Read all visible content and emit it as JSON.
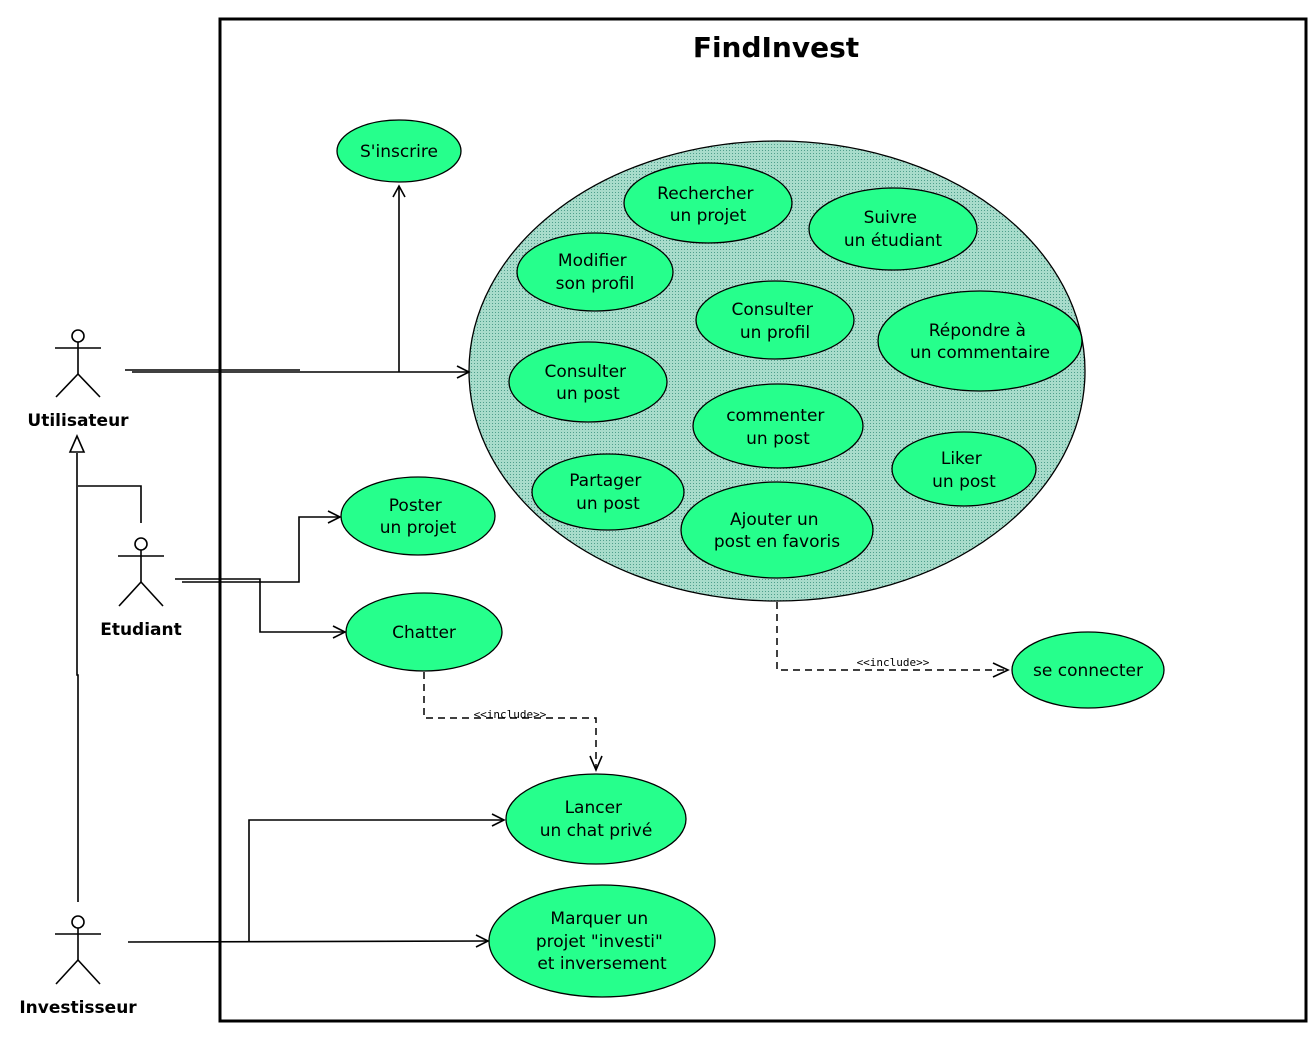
{
  "system": {
    "title": "FindInvest"
  },
  "actors": {
    "utilisateur": "Utilisateur",
    "etudiant": "Etudiant",
    "investisseur": "Investisseur"
  },
  "use_cases": {
    "sinscrire": [
      "S'inscrire"
    ],
    "rechercher_projet": [
      "Rechercher",
      "un projet"
    ],
    "suivre_etudiant": [
      "Suivre",
      "un étudiant"
    ],
    "modifier_profil": [
      "Modifier",
      "son profil"
    ],
    "consulter_profil": [
      "Consulter",
      "un profil"
    ],
    "repondre_commentaire": [
      "Répondre à",
      "un commentaire"
    ],
    "consulter_post": [
      "Consulter",
      "un post"
    ],
    "commenter_post": [
      "commenter",
      "un post"
    ],
    "liker_post": [
      "Liker",
      "un post"
    ],
    "partager_post": [
      "Partager",
      "un post"
    ],
    "ajouter_favoris": [
      "Ajouter un",
      "post en favoris"
    ],
    "poster_projet": [
      "Poster",
      "un projet"
    ],
    "chatter": [
      "Chatter"
    ],
    "se_connecter": [
      "se connecter"
    ],
    "lancer_chat": [
      "Lancer",
      "un chat privé"
    ],
    "marquer_investi": [
      "Marquer un",
      "projet \"investi\"",
      "et inversement"
    ]
  },
  "relations": {
    "include_connect": "<<include>>",
    "include_chat": "<<include>>"
  },
  "colors": {
    "use_case_fill": "#26ff8c",
    "group_fill": "#a8dccb",
    "stroke": "#000000"
  }
}
